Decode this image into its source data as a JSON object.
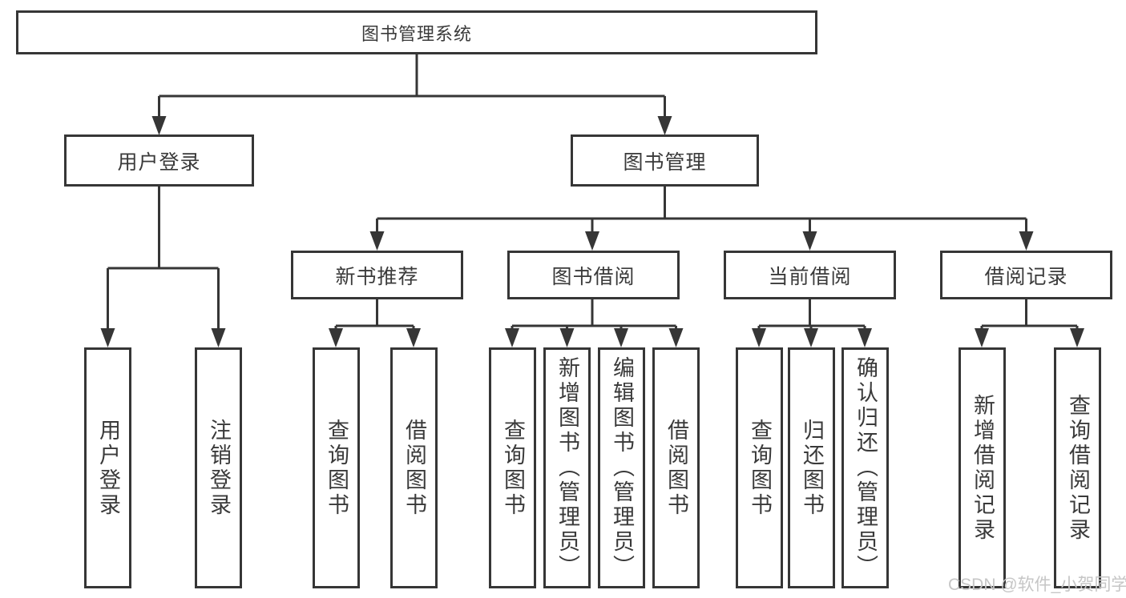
{
  "diagram": {
    "type": "tree",
    "tree": {
      "root": {
        "label": "图书管理系统",
        "children": [
          {
            "label": "用户登录",
            "children": [
              {
                "label": "用户登录"
              },
              {
                "label": "注销登录"
              }
            ]
          },
          {
            "label": "图书管理",
            "children": [
              {
                "label": "新书推荐",
                "children": [
                  {
                    "label": "查询图书"
                  },
                  {
                    "label": "借阅图书"
                  }
                ]
              },
              {
                "label": "图书借阅",
                "children": [
                  {
                    "label": "查询图书"
                  },
                  {
                    "label": "新增图书（管理员）"
                  },
                  {
                    "label": "编辑图书（管理员）"
                  },
                  {
                    "label": "借阅图书"
                  }
                ]
              },
              {
                "label": "当前借阅",
                "children": [
                  {
                    "label": "查询图书"
                  },
                  {
                    "label": "归还图书"
                  },
                  {
                    "label": "确认归还（管理员）"
                  }
                ]
              },
              {
                "label": "借阅记录",
                "children": [
                  {
                    "label": "新增借阅记录"
                  },
                  {
                    "label": "查询借阅记录"
                  }
                ]
              }
            ]
          }
        ]
      }
    }
  },
  "watermark": "CSDN @软件_小贺同学",
  "colors": {
    "line": "#363636",
    "text": "#3a3a3a",
    "fill": "#ffffff",
    "bg": "#ffffff",
    "watermark": "#c6c6c6"
  }
}
